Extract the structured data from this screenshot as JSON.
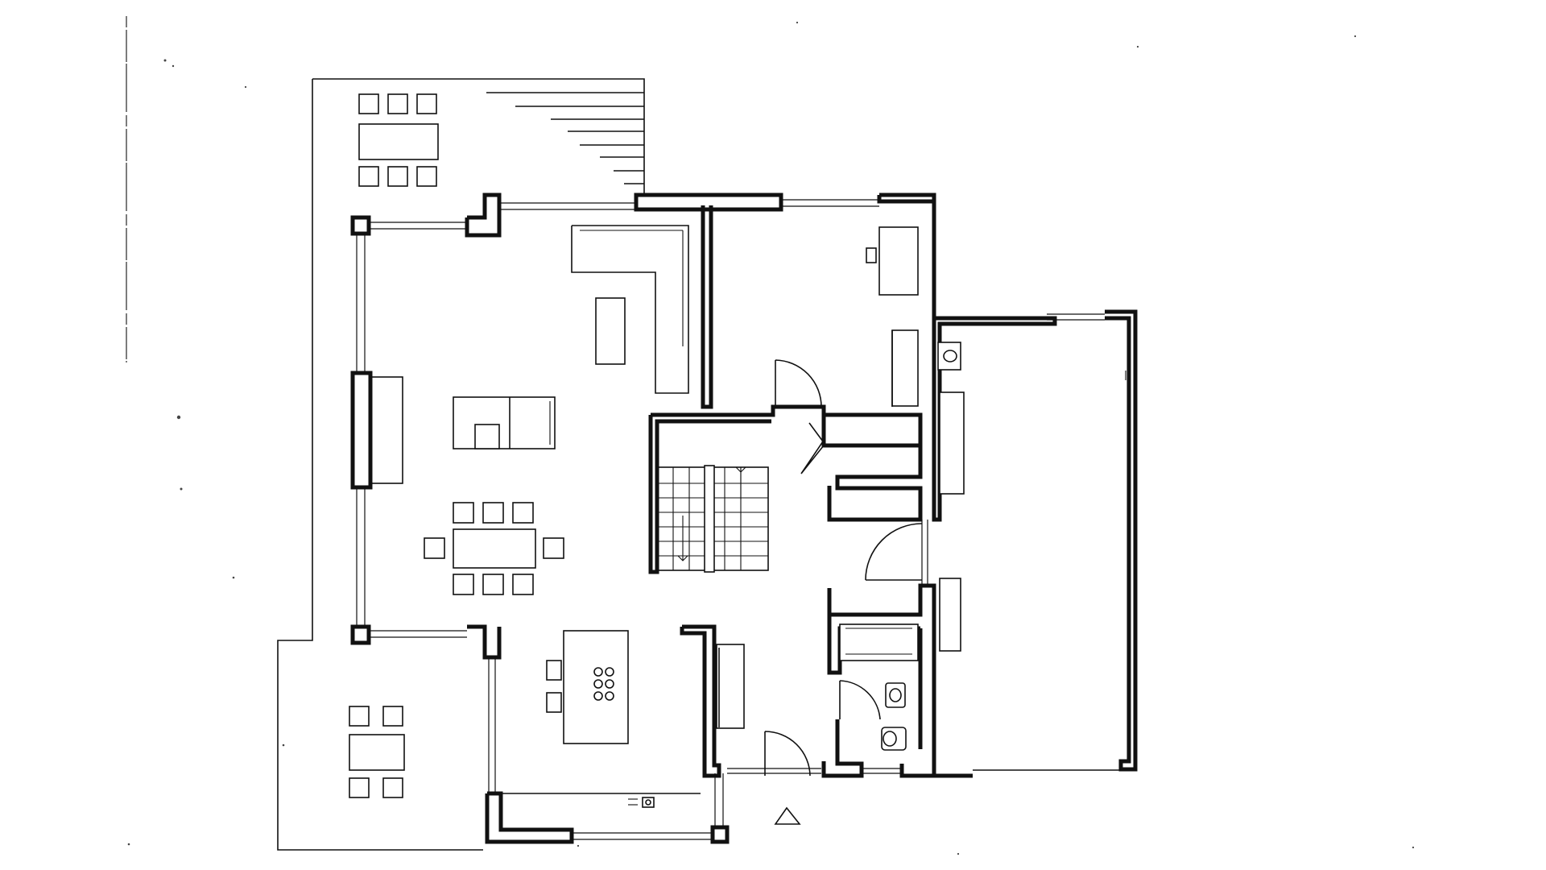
{
  "drawing": {
    "kind": "floor-plan",
    "line_color": "#111111",
    "background": "#ffffff"
  },
  "rooms": [
    {
      "id": "living-dining-kitchen"
    },
    {
      "id": "study"
    },
    {
      "id": "hallway"
    },
    {
      "id": "stair"
    },
    {
      "id": "wc"
    },
    {
      "id": "garage"
    },
    {
      "id": "terrace-north"
    },
    {
      "id": "terrace-south"
    }
  ],
  "symbols": {
    "entrance": "triangle-marker",
    "hob": "six-burner-circles"
  }
}
